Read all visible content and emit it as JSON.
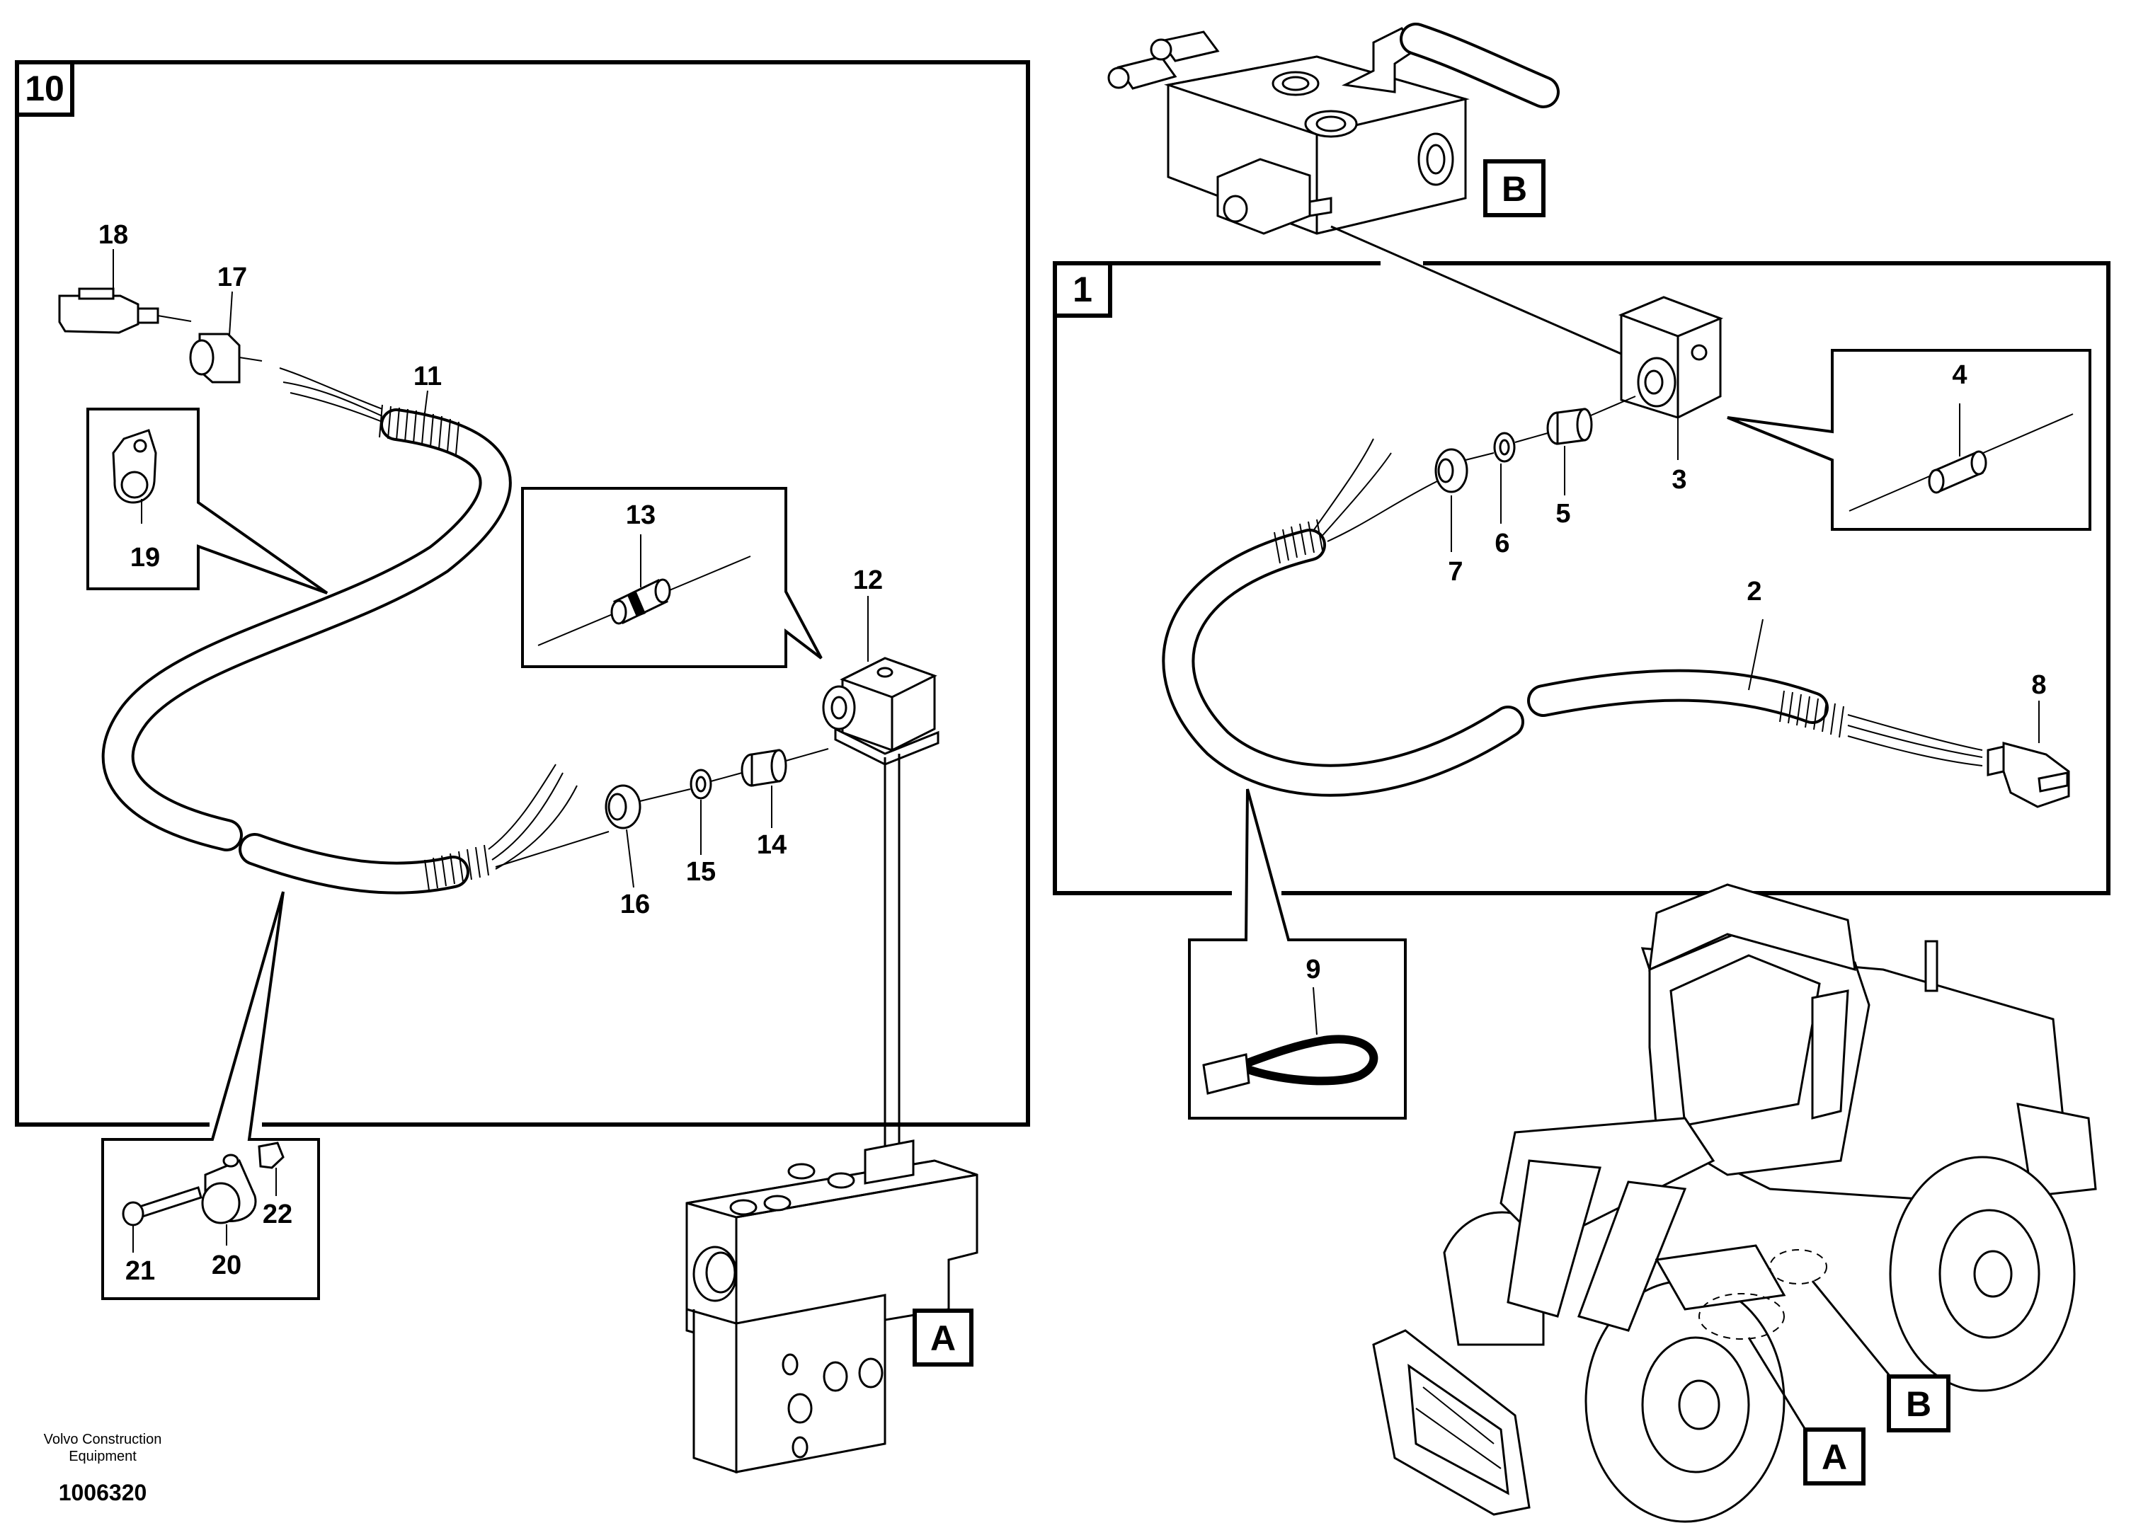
{
  "panels": {
    "panel_10": {
      "label": "10"
    },
    "panel_1": {
      "label": "1"
    }
  },
  "refs": {
    "a_bottom": "A",
    "b_top": "B",
    "a_machine": "A",
    "b_machine": "B"
  },
  "callouts": {
    "p2": "2",
    "p3": "3",
    "p4": "4",
    "p5": "5",
    "p6": "6",
    "p7": "7",
    "p8": "8",
    "p9": "9",
    "p11": "11",
    "p12": "12",
    "p13": "13",
    "p14": "14",
    "p15": "15",
    "p16": "16",
    "p17": "17",
    "p18": "18",
    "p19": "19",
    "p20": "20",
    "p21": "21",
    "p22": "22"
  },
  "footer": {
    "company_line1": "Volvo Construction",
    "company_line2": "Equipment",
    "document_number": "1006320"
  }
}
